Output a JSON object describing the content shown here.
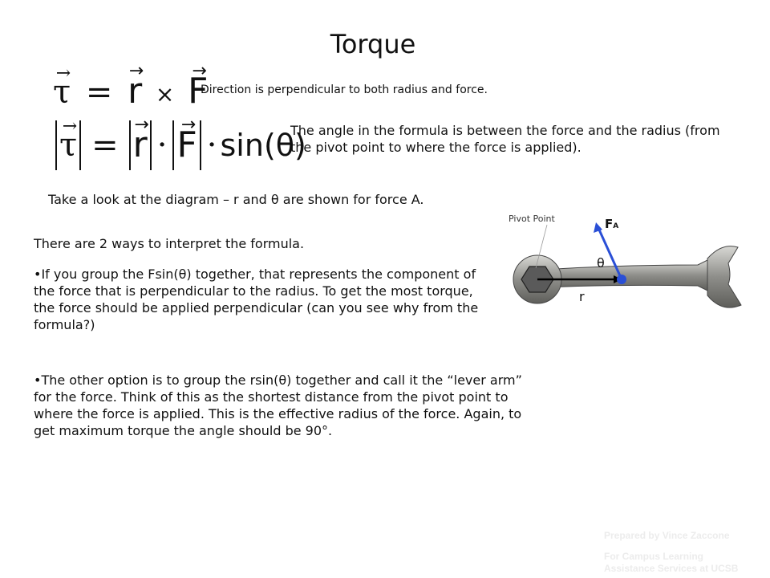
{
  "slide": {
    "title": "Torque",
    "equation1": {
      "lhs": "τ",
      "eq": "=",
      "r": "r",
      "times": "×",
      "f": "F",
      "arrow": "→"
    },
    "equation2": {
      "lhs": "τ",
      "eq": "=",
      "r": "r",
      "dot": "·",
      "f": "F",
      "sin": "sin(θ)",
      "arrow": "→"
    },
    "direction_note": "Direction is perpendicular to both radius and force.",
    "angle_note": "The angle in the formula is between the force and the radius (from the pivot point to where the force is applied).",
    "diagram_intro": "Take a look at the diagram – r and θ are shown for force A.",
    "interpret_intro": "There are 2 ways to interpret the formula.",
    "bullet1": "•If you group the Fsin(θ) together, that represents the component of the force that is perpendicular to the radius. To get the most torque, the force should be applied perpendicular (can you see why from the formula?)",
    "bullet2": "•The other option is to group the rsin(θ) together and call it the “lever arm” for the force.  Think of this as the shortest distance from the pivot point to where the force is applied.  This is the effective radius of the force.  Again, to get maximum torque the angle should be 90°."
  },
  "diagram": {
    "pivot_label": "Pivot Point",
    "force_label": "F",
    "force_subscript": "A",
    "theta_label": "θ",
    "r_label": "r",
    "force_color": "#2a4fd6",
    "wrench_color": "#9a9a96",
    "pivot_color": "#5a5a5a"
  },
  "footer": {
    "prepared_by": "Prepared by Vince Zaccone",
    "for_line1": "For Campus Learning",
    "for_line2": "Assistance Services at UCSB"
  }
}
